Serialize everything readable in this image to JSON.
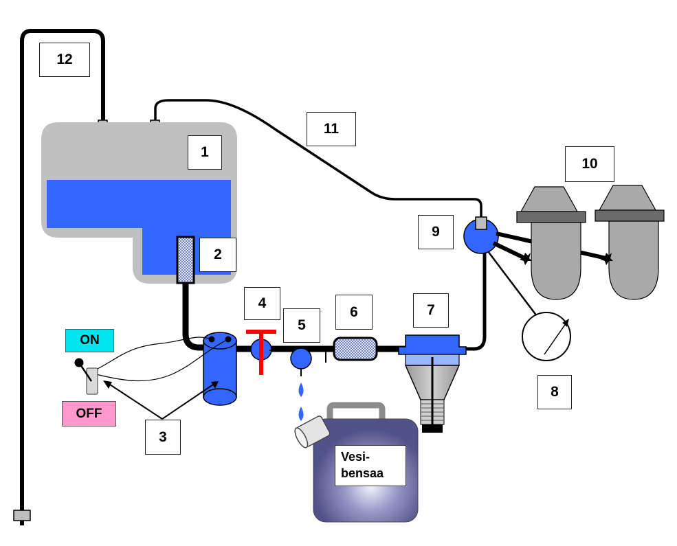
{
  "labels": {
    "n1": "1",
    "n2": "2",
    "n3": "3",
    "n4": "4",
    "n5": "5",
    "n6": "6",
    "n7": "7",
    "n8": "8",
    "n9": "9",
    "n10": "10",
    "n11": "11",
    "n12": "12"
  },
  "switch": {
    "on_label": "ON",
    "off_label": "OFF"
  },
  "canister": {
    "line1": "Vesi-",
    "line2": "bensaa"
  },
  "colors": {
    "fuel_blue": "#3366ff",
    "tank_grey": "#c0c0c0",
    "on_bg": "#00e5ee",
    "off_bg": "#ff99cc",
    "valve_red": "#ff0000",
    "can_body": "#5a5a8c"
  }
}
